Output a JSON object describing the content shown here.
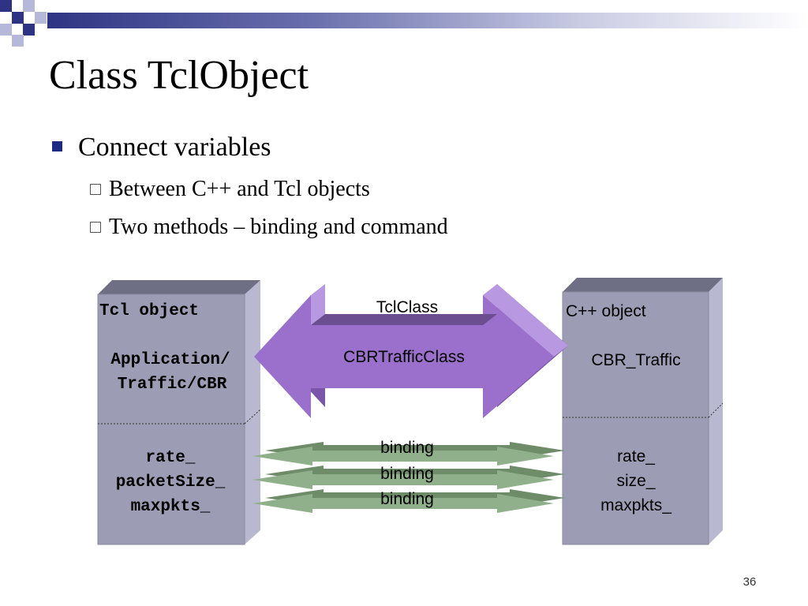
{
  "slide": {
    "title": "Class TclObject",
    "bullets": {
      "main": "Connect variables",
      "sub": [
        "Between C++ and Tcl objects",
        "Two methods – binding and command"
      ]
    },
    "page_number": "36"
  },
  "diagram": {
    "tcl_box": {
      "header": "Tcl object",
      "class_lines": [
        "Application/",
        "Traffic/CBR"
      ],
      "vars": [
        "rate_",
        "packetSize_",
        "maxpkts_"
      ]
    },
    "cpp_box": {
      "header": "C++ object",
      "class_name": "CBR_Traffic",
      "vars": [
        "rate_",
        "size_",
        "maxpkts_"
      ]
    },
    "big_arrow": {
      "top_label": "TclClass",
      "label": "CBRTrafficClass"
    },
    "binding_arrows": [
      "binding",
      "binding",
      "binding"
    ]
  },
  "colors": {
    "box_front": "#9c9cb4",
    "box_side": "#b8b8d0",
    "box_top": "#6e6e84",
    "arrow_purple": "#9b6fcc",
    "arrow_green": "#8fb08a",
    "bullet_navy": "#1c2a86"
  }
}
